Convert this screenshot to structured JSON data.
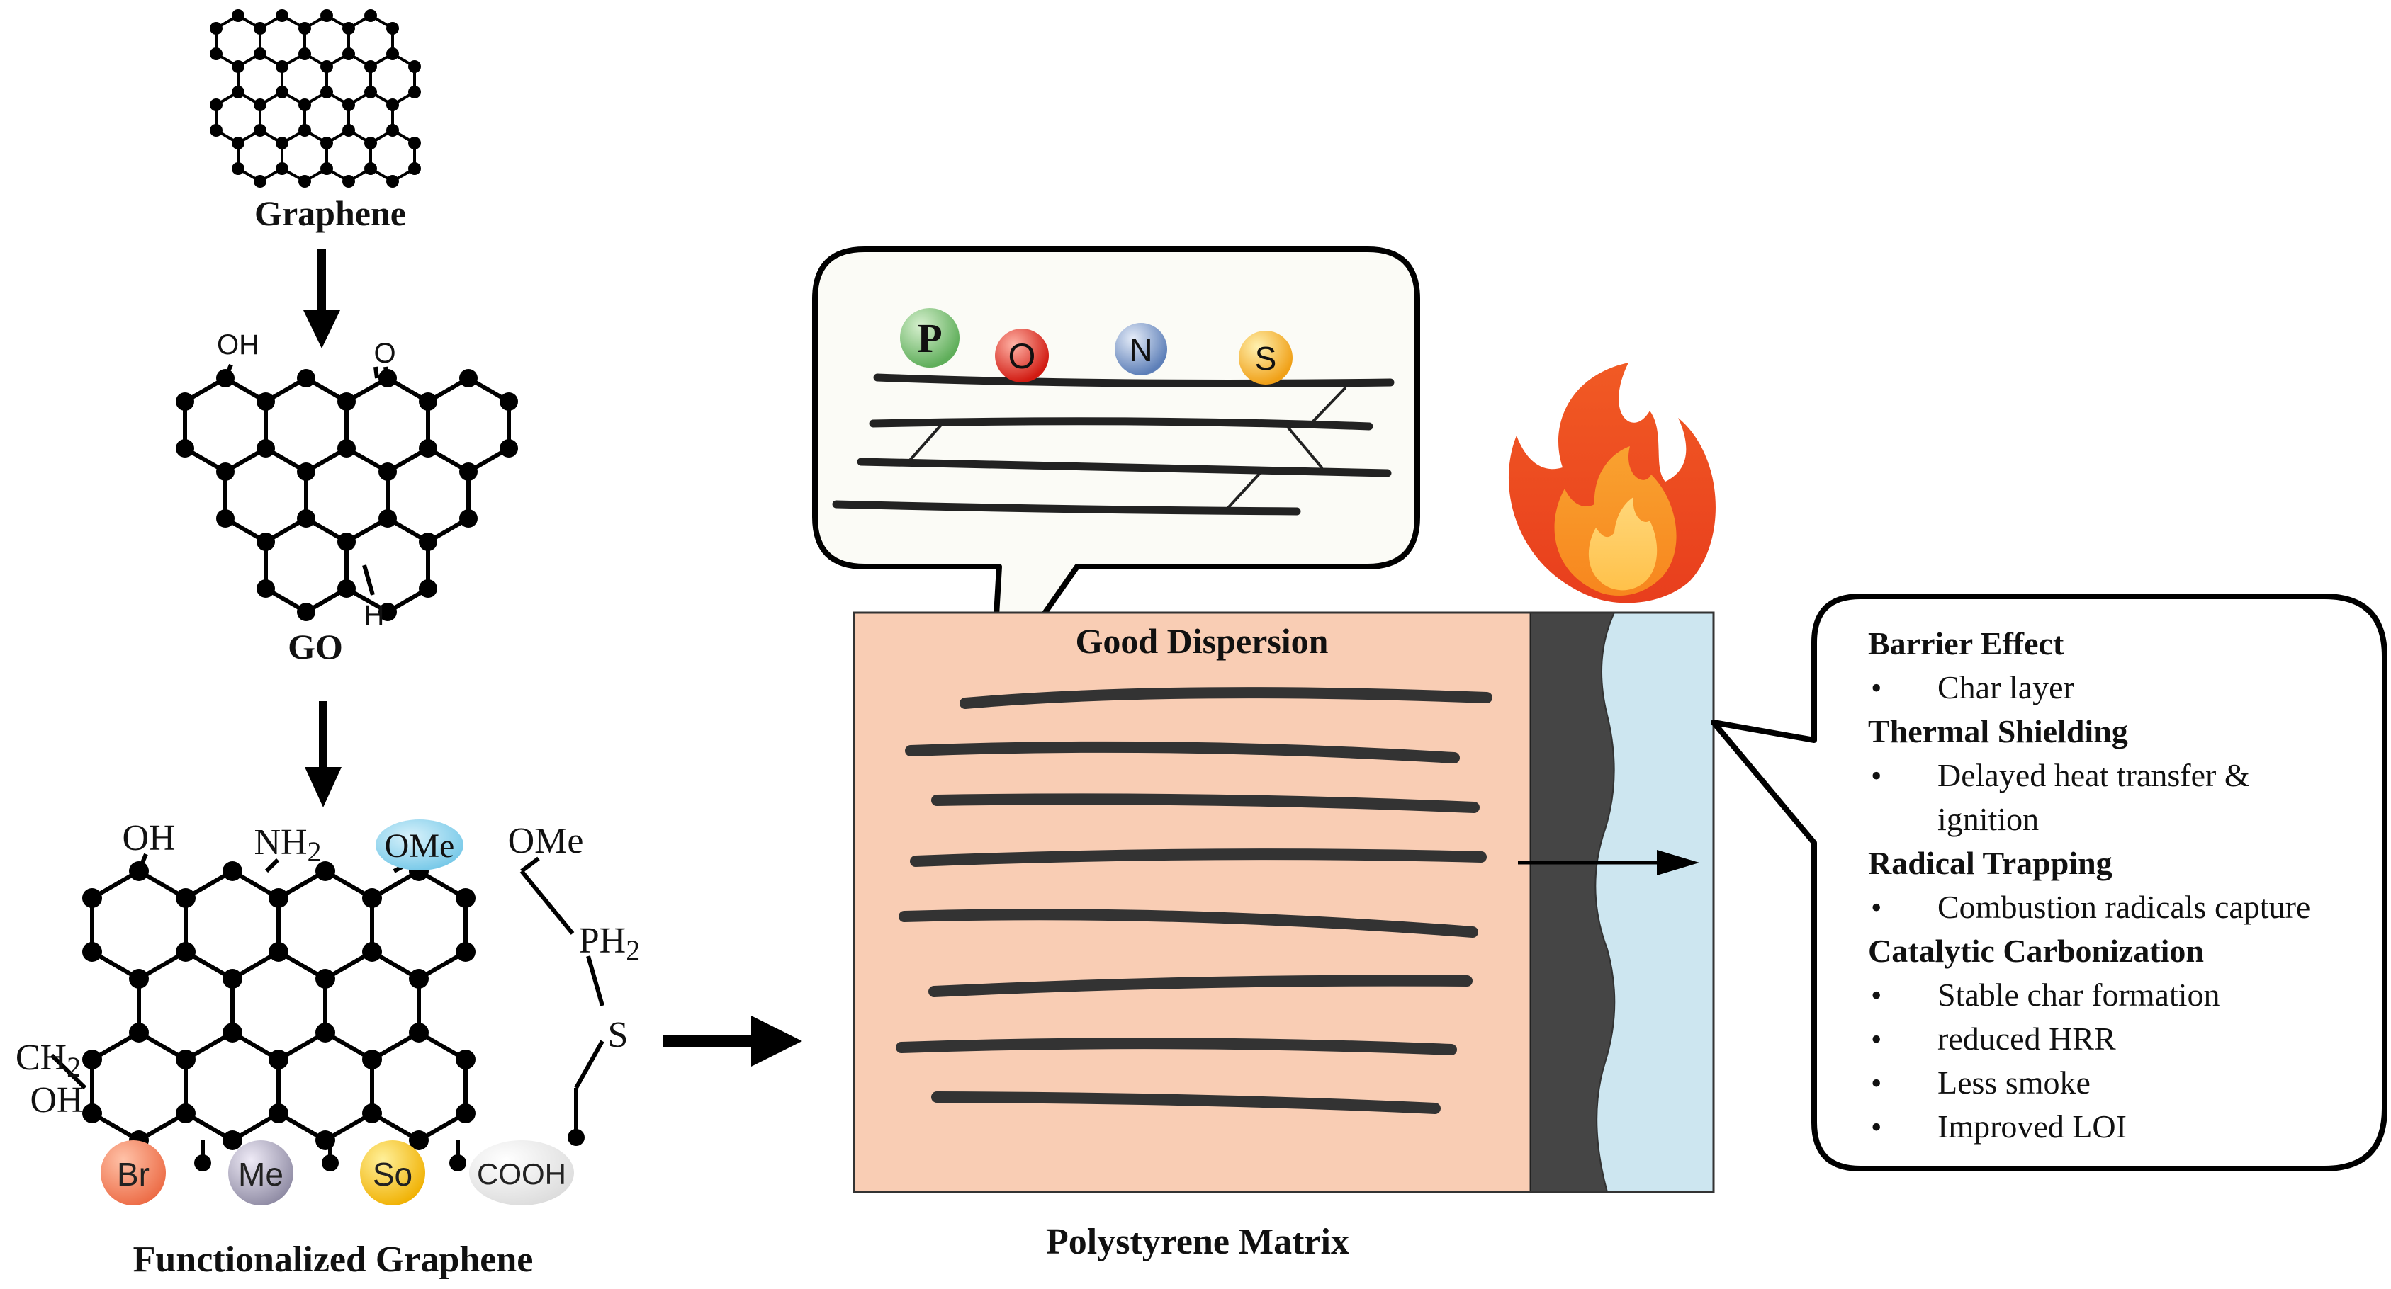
{
  "left_panel": {
    "graphene": {
      "label": "Graphene"
    },
    "go": {
      "label": "GO",
      "oh": "OH",
      "o": "O",
      "h": "H"
    },
    "functionalized": {
      "label": "Functionalized Graphene",
      "oh": "OH",
      "nh2": "NH2",
      "ome_badge": "OMe",
      "ome": "OMe",
      "ph2": "PH2",
      "s": "S",
      "ch2": "CH2",
      "oh2": "OH",
      "badges": [
        "Br",
        "Me",
        "So",
        "COOH"
      ]
    }
  },
  "center_panel": {
    "matrix_label": "Polystyrene Matrix",
    "dispersion_label": "Good Dispersion",
    "zoom_atoms": [
      "P",
      "O",
      "N",
      "S"
    ]
  },
  "right_panel": {
    "sections": [
      {
        "title": "Barrier Effect",
        "items": [
          "Char layer"
        ]
      },
      {
        "title": "Thermal Shielding",
        "items": [
          "Delayed heat transfer &",
          "ignition"
        ]
      },
      {
        "title": "Radical Trapping",
        "items": [
          "Combustion radicals capture"
        ]
      },
      {
        "title": "Catalytic Carbonization",
        "items": [
          "Stable char formation",
          "reduced HRR",
          "Less smoke",
          "Improved LOI"
        ]
      }
    ]
  },
  "colors": {
    "matrix_fill": "#f9cdb4",
    "char_layer": "#454545",
    "gas_layer": "#cde6f0",
    "badge_br": "#f0805a",
    "badge_me": "#a9a5bb",
    "badge_so": "#f7c21a",
    "badge_cooh": "#f2f2f2",
    "badge_ome": "#8fd3ec",
    "atom_p": "#7fc67a",
    "atom_o": "#e8322a",
    "atom_n": "#7f9fd0",
    "atom_s": "#f5b83a"
  },
  "icons": [
    "flame-icon",
    "arrow-right-icon",
    "arrow-down-icon"
  ]
}
